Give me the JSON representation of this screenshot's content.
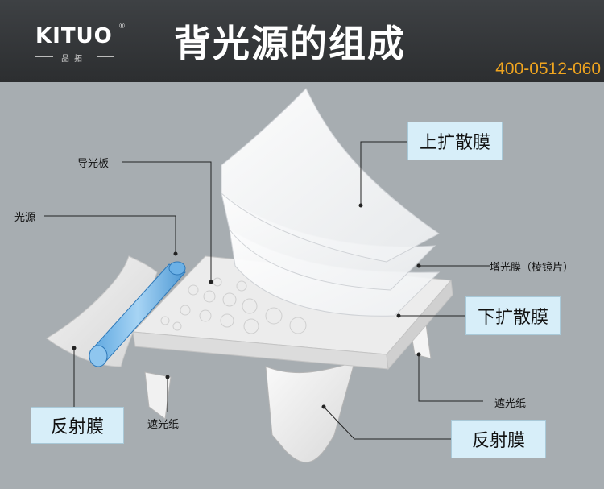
{
  "header": {
    "logo": {
      "text": "KITUO",
      "sub": "晶拓",
      "reg": "®"
    },
    "title": "背光源的组成",
    "phone": "400-0512-060"
  },
  "labels": {
    "upper_diffuser": "上扩散膜",
    "light_guide": "导光板",
    "light_source": "光源",
    "brightness_film": "增光膜（棱镜片）",
    "lower_diffuser": "下扩散膜",
    "reflector_left": "反射膜",
    "shading_left": "遮光纸",
    "shading_right": "遮光纸",
    "reflector_bottom": "反射膜"
  },
  "colors": {
    "header_bg": "#333537",
    "phone_text": "#f0a51f",
    "label_bg": "#d7eef9",
    "background": "#a7adb1",
    "lamp": "#72b5e6"
  }
}
